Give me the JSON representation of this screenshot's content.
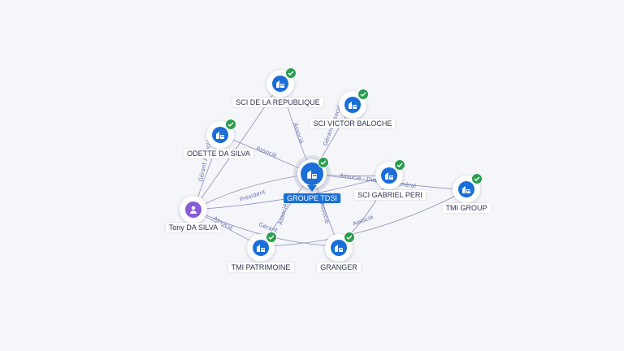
{
  "graph": {
    "center": {
      "name": "GROUPE TDSI"
    },
    "nodes": {
      "sci_republique": {
        "name": "SCI DE LA REPUBLIQUE",
        "icon": "building-icon",
        "verified": true
      },
      "sci_victor": {
        "name": "SCI VICTOR BALOCHE",
        "icon": "building-icon",
        "verified": true
      },
      "odette": {
        "name": "ODETTE DA SILVA",
        "icon": "building-icon",
        "verified": true
      },
      "tony": {
        "name": "Tony DA SILVA",
        "icon": "person-icon",
        "verified": false
      },
      "sci_gabriel": {
        "name": "SCI GABRIEL PERI",
        "icon": "building-icon",
        "verified": true
      },
      "tmi_group": {
        "name": "TMI GROUP",
        "icon": "building-icon",
        "verified": true
      },
      "tmi_patrimoine": {
        "name": "TMI PATRIMOINE",
        "icon": "building-icon",
        "verified": true
      },
      "granger": {
        "name": "GRANGER",
        "icon": "building-icon",
        "verified": true
      }
    },
    "edge_labels": {
      "associe": "Associé",
      "gerant": "Gérant",
      "president": "Président",
      "directeur_general": "Associé · Directeur général",
      "gerant_associe": "Gérant Associé"
    }
  },
  "colors": {
    "accent": "#1a6ed8",
    "verified": "#2a9d4f",
    "person": "#8b5bd6",
    "edge": "#8c8fb8"
  }
}
